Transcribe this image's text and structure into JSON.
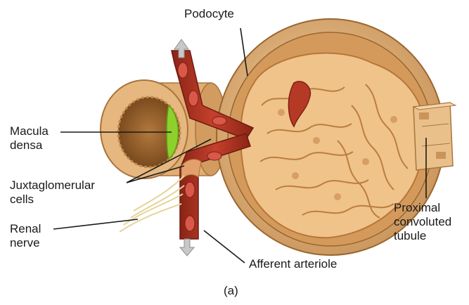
{
  "labels": {
    "podocyte": "Podocyte",
    "macula_densa": [
      "Macula",
      "densa"
    ],
    "juxtaglomerular_cells": [
      "Juxtaglomerular",
      "cells"
    ],
    "renal_nerve": [
      "Renal",
      "nerve"
    ],
    "afferent_arteriole": "Afferent arteriole",
    "proximal_convoluted_tubule": [
      "Proximal",
      "convoluted",
      "tubule"
    ],
    "panel_label": "(a)"
  },
  "colors": {
    "capsule": "#e2b276",
    "capsule_dark": "#b8814a",
    "tissue": "#eebf86",
    "tissue_dark": "#b67638",
    "vessel": "#b23424",
    "vessel_dark": "#7e1f14",
    "macula_densa": "#8ed12c",
    "nerve": "#e6d39a",
    "arrow": "#c8c8c8",
    "leader": "#1a1a1a"
  }
}
